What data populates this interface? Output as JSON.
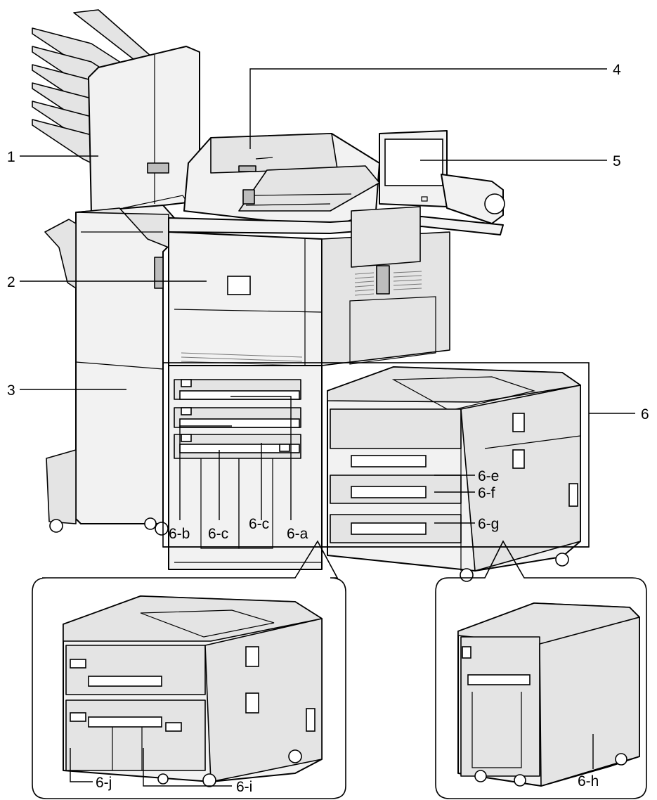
{
  "labels": {
    "l1": "1",
    "l2": "2",
    "l3": "3",
    "l4": "4",
    "l5": "5",
    "l6": "6",
    "l6a": "6-a",
    "l6b": "6-b",
    "l6c1": "6-c",
    "l6c2": "6-c",
    "l6e": "6-e",
    "l6f": "6-f",
    "l6g": "6-g",
    "l6h": "6-h",
    "l6i": "6-i",
    "l6j": "6-j"
  }
}
